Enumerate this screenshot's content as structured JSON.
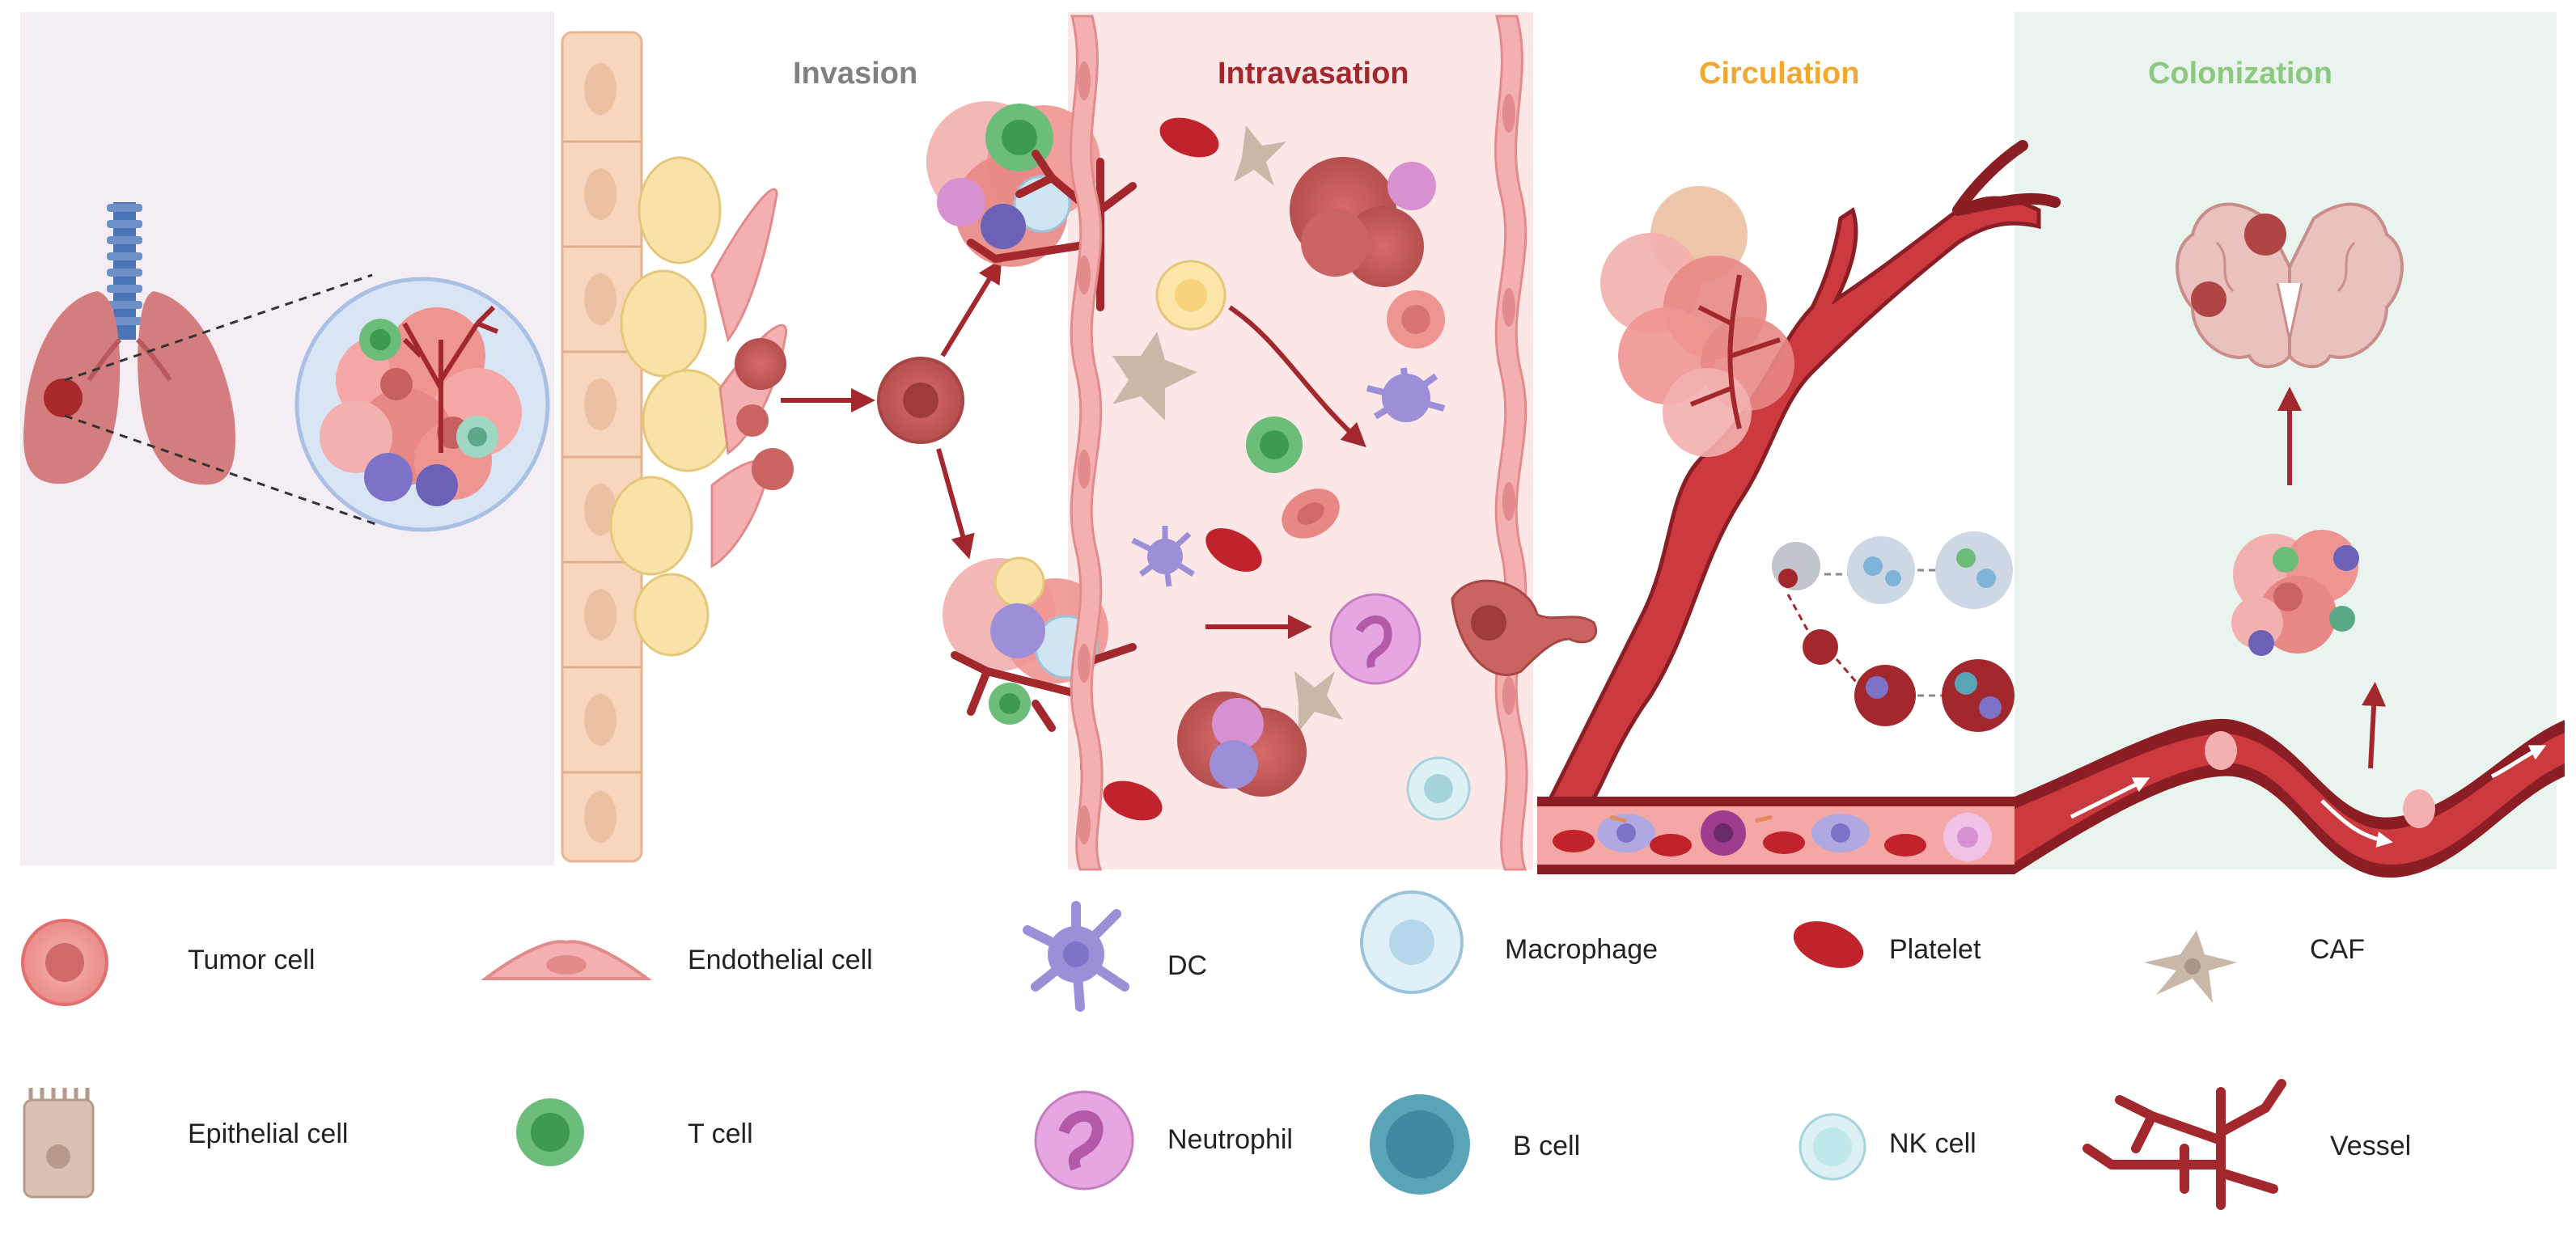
{
  "stages": [
    {
      "label": "Invasion",
      "color": "#808080"
    },
    {
      "label": "Intravasation",
      "color": "#a3282d"
    },
    {
      "label": "Circulation",
      "color": "#f0a830"
    },
    {
      "label": "Colonization",
      "color": "#8cc97e"
    }
  ],
  "legend": [
    {
      "label": "Tumor cell",
      "icon": "tumor-cell-icon"
    },
    {
      "label": "Endothelial cell",
      "icon": "endothelial-cell-icon"
    },
    {
      "label": "DC",
      "icon": "dendritic-cell-icon"
    },
    {
      "label": "Macrophage",
      "icon": "macrophage-icon"
    },
    {
      "label": "Platelet",
      "icon": "platelet-icon"
    },
    {
      "label": "CAF",
      "icon": "caf-icon"
    },
    {
      "label": "Epithelial cell",
      "icon": "epithelial-cell-icon"
    },
    {
      "label": "T cell",
      "icon": "t-cell-icon"
    },
    {
      "label": "Neutrophil",
      "icon": "neutrophil-icon"
    },
    {
      "label": "B cell",
      "icon": "b-cell-icon"
    },
    {
      "label": "NK cell",
      "icon": "nk-cell-icon"
    },
    {
      "label": "Vessel",
      "icon": "vessel-icon"
    }
  ],
  "colors": {
    "lung_panel": "#f4eef4",
    "intravasation_panel": "#fde6e6",
    "colonization_panel": "#eaf4ef",
    "tumor": "#e98080",
    "tumor_dark": "#b85252",
    "vessel": "#a3282d",
    "platelet": "#c0232b",
    "epithelial": "#f8d6bd",
    "epithelial_yellow": "#f8e2a8",
    "endothelial": "#f4b0b0",
    "dc": "#9c8fd8",
    "t_cell": "#6dbd7a",
    "b_cell": "#5aa4b8",
    "macrophage": "#cfe6f2",
    "neutrophil": "#d891d0",
    "nk_cell": "#bfe8ea",
    "caf": "#c9b8a8"
  }
}
